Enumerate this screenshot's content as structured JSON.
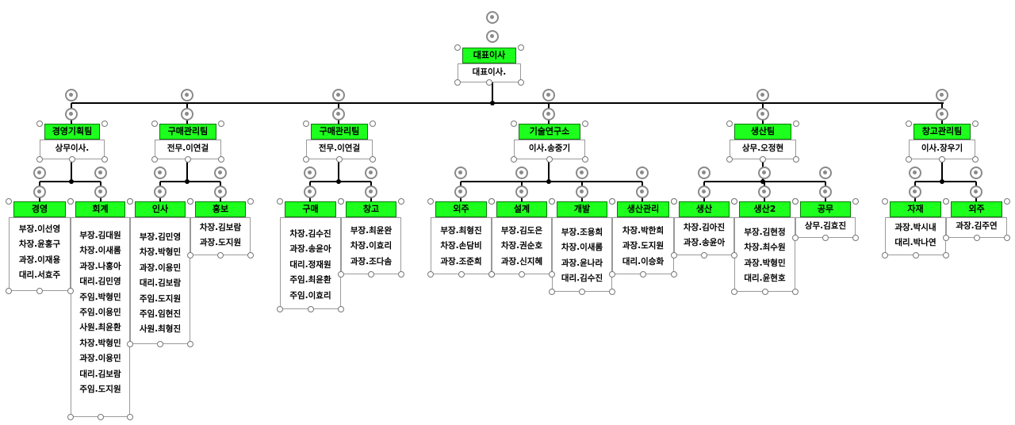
{
  "diagram": {
    "colors": {
      "header_fill": "#1dff1d",
      "connector": "#000000",
      "frame": "#9a9a9a"
    },
    "icons": {
      "handle": "rotate-handle-icon",
      "sizing": "sizing-handle-dot"
    },
    "root": {
      "name": "대표이사",
      "members": [
        "대표이사."
      ]
    },
    "departments": [
      {
        "name": "경영기획팀",
        "members": [
          "상무이사."
        ],
        "children": [
          {
            "name": "경영",
            "members": [
              "부장.이선영",
              "차장.윤홍구",
              "과장.이재용",
              "대리.서효주"
            ]
          },
          {
            "name": "회계",
            "members": [
              "부장.김대원",
              "차장.이새롬",
              "과장.나홍아",
              "대리.김민영",
              "주임.박형민",
              "주임.이용민",
              "사원.최윤환",
              "차장.박형민",
              "과장.이용민",
              "대리.김보람",
              "주임.도지원"
            ]
          }
        ]
      },
      {
        "name": "구매관리팀",
        "members": [
          "전무.이연걸"
        ],
        "children": [
          {
            "name": "인사",
            "members": [
              "부장.김민영",
              "차장.박형민",
              "과장.이용민",
              "대리.김보람",
              "주임.도지원",
              "주임.임현진",
              "사원.최형진"
            ]
          },
          {
            "name": "홍보",
            "members": [
              "차장.김보람",
              "과장.도지원"
            ]
          }
        ]
      },
      {
        "name": "구매관리팀",
        "members": [
          "전무.이연걸"
        ],
        "children": [
          {
            "name": "구매",
            "members": [
              "차장.김수진",
              "과장.송윤아",
              "대리.정재원",
              "주임.최윤환",
              "주임.이효리"
            ]
          },
          {
            "name": "창고",
            "members": [
              "부장.최윤완",
              "차장.이효리",
              "과장.조다솜"
            ]
          }
        ]
      },
      {
        "name": "기술연구소",
        "members": [
          "이사.송중기"
        ],
        "children": [
          {
            "name": "외주",
            "members": [
              "부장.최형진",
              "차장.손담비",
              "과장.조준희"
            ]
          },
          {
            "name": "설계",
            "members": [
              "부장.김도은",
              "차장.권순호",
              "과장.신지혜"
            ]
          },
          {
            "name": "개발",
            "members": [
              "부장.조용희",
              "차장.이새롬",
              "과장.윤나라",
              "대리.김수진"
            ]
          },
          {
            "name": "생산관리",
            "members": [
              "차장.박한희",
              "과장.도지원",
              "대리.이승화"
            ]
          }
        ]
      },
      {
        "name": "생산팀",
        "members": [
          "상무.오정현"
        ],
        "children": [
          {
            "name": "생산",
            "members": [
              "차장.김아진",
              "과장.송윤아"
            ]
          },
          {
            "name": "생산2",
            "members": [
              "부장.김현정",
              "차장.최수원",
              "과장.박형민",
              "대리.윤현호"
            ]
          },
          {
            "name": "공무",
            "members": [
              "상무.김효진"
            ]
          }
        ]
      },
      {
        "name": "창고관리팀",
        "members": [
          "이사.장우기"
        ],
        "children": [
          {
            "name": "자재",
            "members": [
              "과장.박시내",
              "대리.박나연"
            ]
          },
          {
            "name": "외주",
            "members": [
              "과장.김주연"
            ]
          }
        ]
      }
    ]
  }
}
